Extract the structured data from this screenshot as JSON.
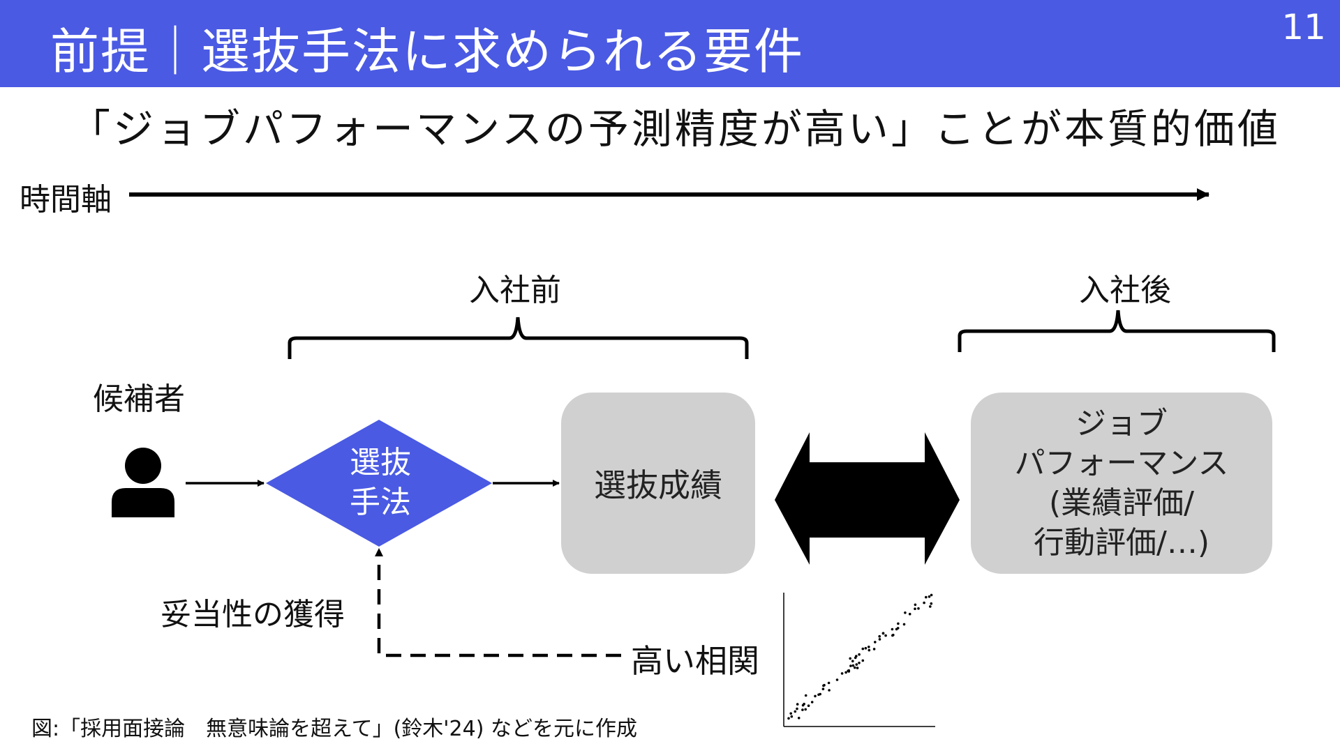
{
  "header": {
    "title": "前提｜選抜手法に求められる要件",
    "page_number": "11",
    "background_color": "#4a5ae3"
  },
  "subtitle": "「ジョブパフォーマンスの予測精度が高い」ことが本質的価値",
  "diagram": {
    "timeline_label": "時間軸",
    "pre_hire_label": "入社前",
    "post_hire_label": "入社後",
    "candidate_label": "候補者",
    "selection_method": [
      "選抜",
      "手法"
    ],
    "selection_score": "選抜成績",
    "job_performance": [
      "ジョブ",
      "パフォーマンス",
      "(業績評価/",
      "行動評価/…)"
    ],
    "validity_label": "妥当性の獲得",
    "correlation_label": "高い相関",
    "icons": [
      "person-icon",
      "double-arrow-icon",
      "scatter-plot-icon"
    ],
    "accent_color": "#4a5ae3",
    "box_color": "#d0d0d0"
  },
  "footer": {
    "source": "図:「採用面接論　無意味論を超えて」(鈴木'24) などを元に作成"
  }
}
